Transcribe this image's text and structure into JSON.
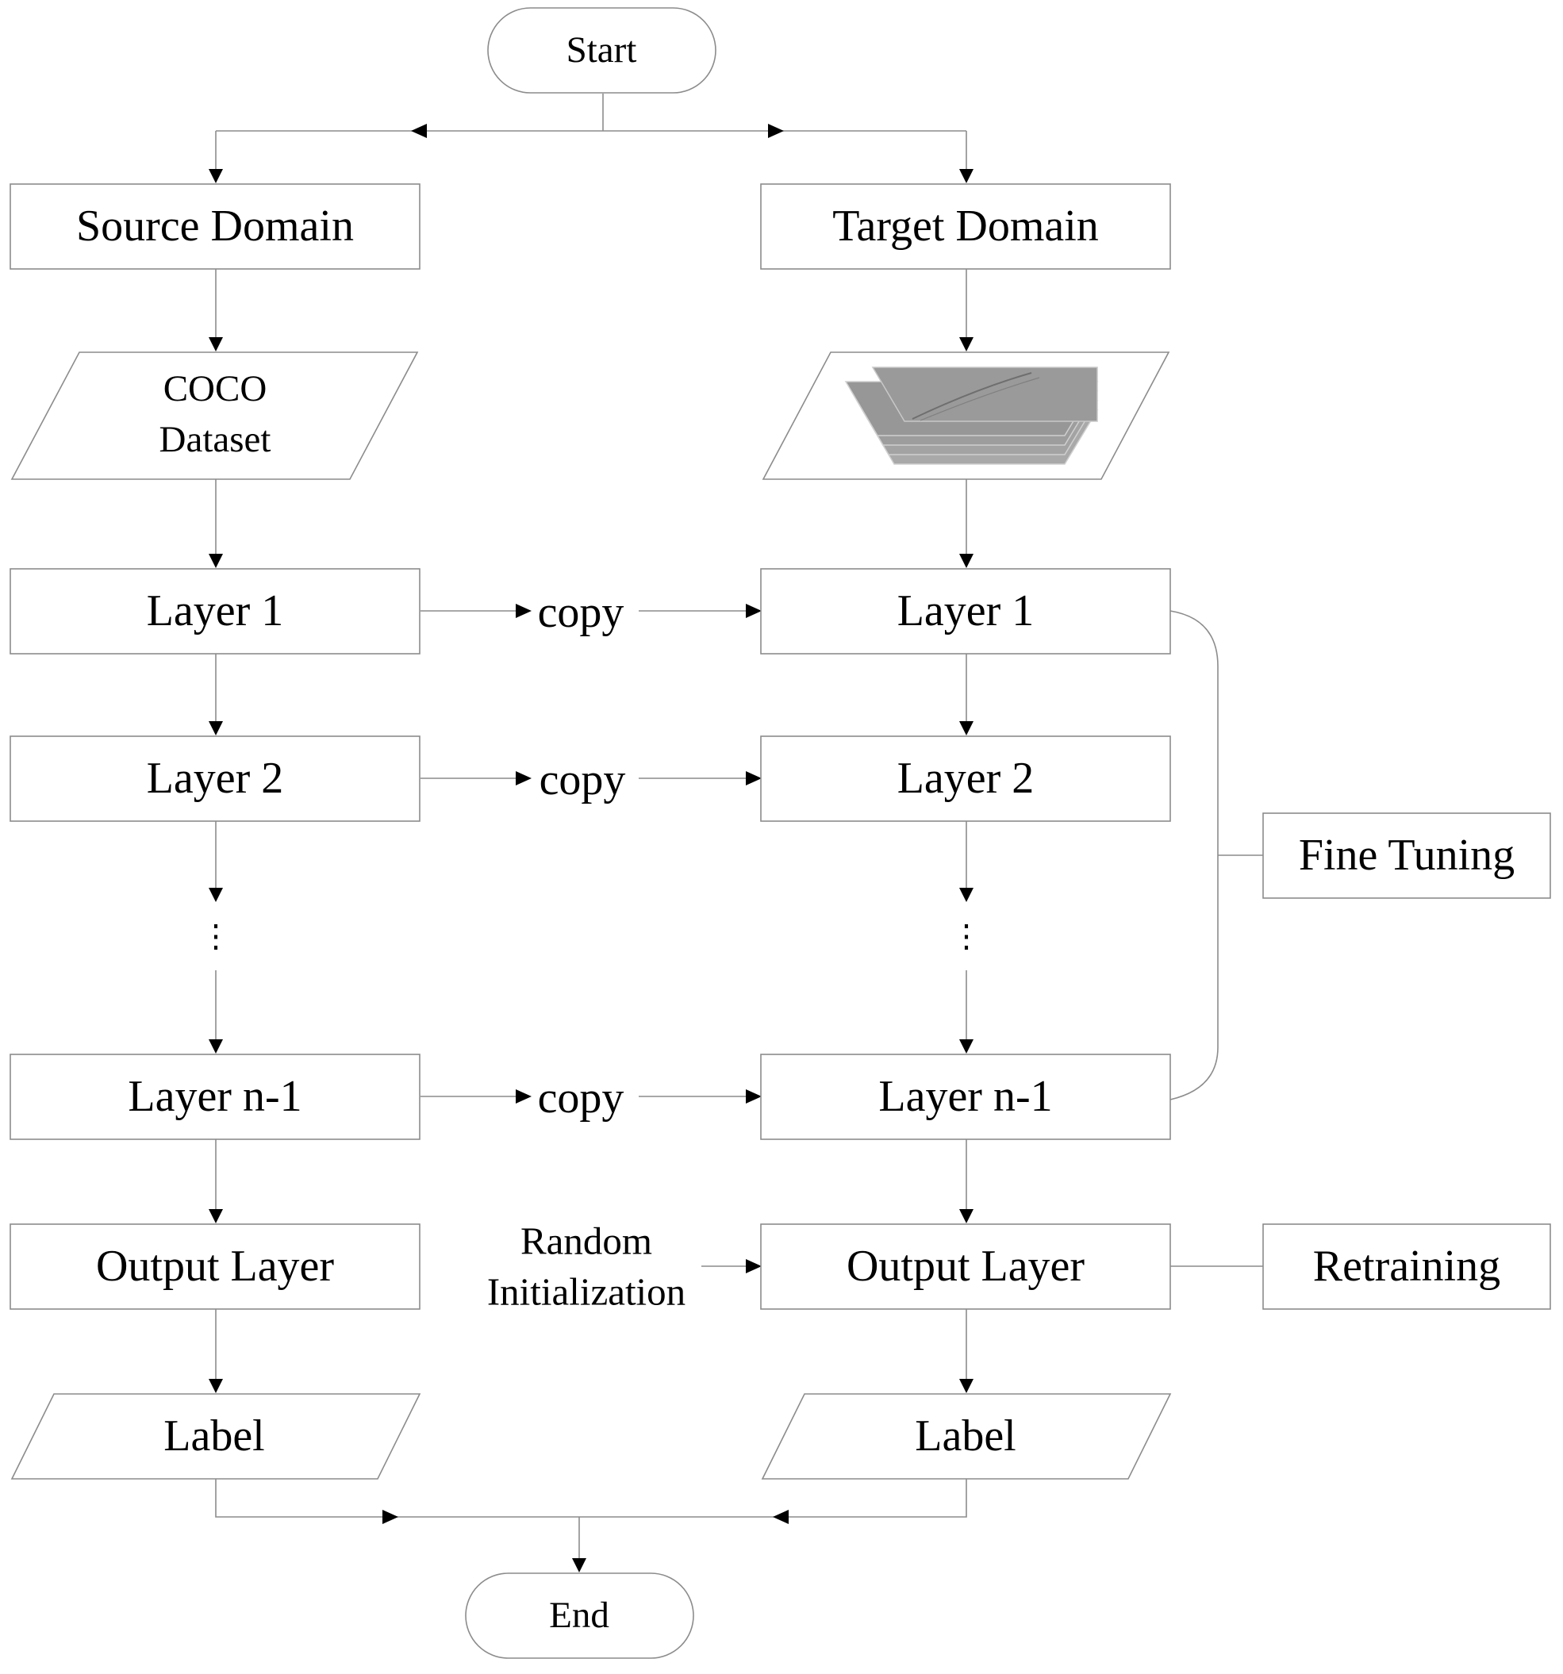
{
  "start": "Start",
  "end": "End",
  "source": {
    "domain": "Source Domain",
    "dataset_line1": "COCO",
    "dataset_line2": "Dataset",
    "layer1": "Layer 1",
    "layer2": "Layer 2",
    "ellipsis": "⋮",
    "layer_n1": "Layer n-1",
    "output": "Output Layer",
    "label": "Label"
  },
  "target": {
    "domain": "Target Domain",
    "layer1": "Layer 1",
    "layer2": "Layer 2",
    "ellipsis": "⋮",
    "layer_n1": "Layer n-1",
    "output": "Output Layer",
    "label": "Label"
  },
  "copy_labels": [
    "copy",
    "copy",
    "copy"
  ],
  "random_line1": "Random",
  "random_line2": "Initialization",
  "fine_tuning": "Fine Tuning",
  "retraining": "Retraining",
  "colors": {
    "line": "#8c8c8c",
    "arrowhead": "#000000",
    "image_stack": "#9a9a9a"
  }
}
